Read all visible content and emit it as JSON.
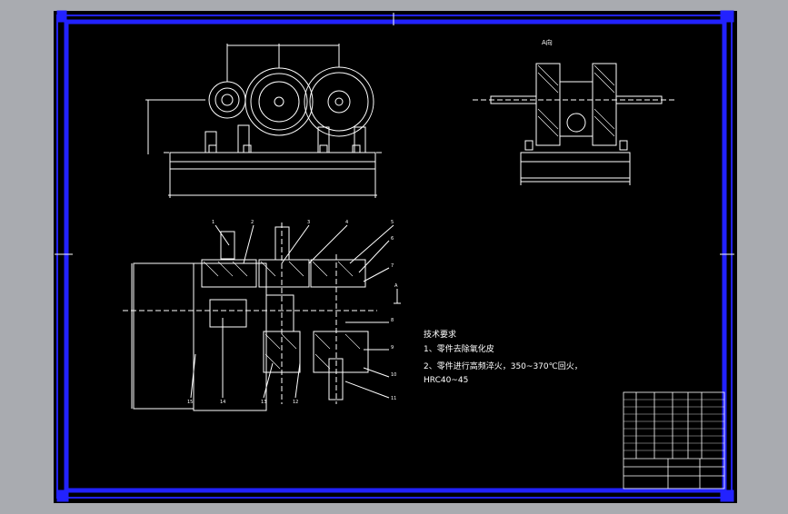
{
  "drawing": {
    "view_label_a": "A向",
    "section_mark": "A",
    "tech_requirements": {
      "title": "技术要求",
      "item1": "1、零件去除氧化皮",
      "item2": "2、零件进行高频淬火，350~370℃回火，",
      "item3": "HRC40~45"
    },
    "part_numbers_top": [
      "1",
      "2",
      "3",
      "4",
      "5"
    ],
    "part_numbers_right": [
      "6",
      "7",
      "8",
      "9",
      "10",
      "11"
    ],
    "part_numbers_bottom": [
      "15",
      "14",
      "13",
      "12"
    ]
  },
  "colors": {
    "background": "#000000",
    "frame_outer": "#a9abb0",
    "border": "#1a1aff",
    "lines": "#ffffff",
    "hatch": "#ffffff"
  }
}
